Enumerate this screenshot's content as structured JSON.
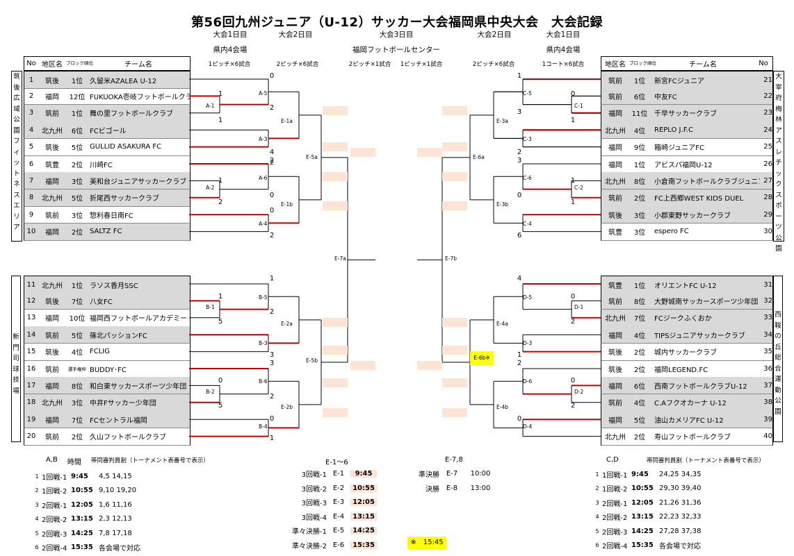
{
  "title": "第56回九州ジュニア（U-12）サッカー大会福岡県中央大会　大会記録",
  "days": {
    "left_day1": "大会1日目",
    "left_day2": "大会2日目",
    "center_day3": "大会3日目",
    "right_day2": "大会2日目",
    "right_day1": "大会1日目"
  },
  "venues": {
    "left_day1": "県内4会場",
    "center_day3": "福岡フットボールセンター",
    "right_day1": "県内4会場"
  },
  "formats": {
    "left_day1": "1ピッチ×6試合",
    "left_day2": "2ピッチ×6試合",
    "center_a": "2ピッチ×1試合",
    "center_b": "1ピッチ×1試合",
    "right_day2": "2ピッチ×6試合",
    "right_day1": "1コート×6試合"
  },
  "left_header": {
    "no": "No",
    "area": "地区名",
    "block": "ブロック順位",
    "team": "チーム名"
  },
  "right_header": {
    "area": "地区名",
    "block": "ブロック順位",
    "team": "チーム名",
    "no": "No"
  },
  "left_venues": [
    "筑後広域公園フィットネスエリア",
    "新門司球技場"
  ],
  "right_venues": [
    "大宰府梅林アスレチックスポーツ公園",
    "西鞍の丘総合運動公園"
  ],
  "left_teams": [
    {
      "no": "1",
      "area": "筑後",
      "rank": "1位",
      "team": "久留米AZALEA U-12"
    },
    {
      "no": "2",
      "area": "福岡",
      "rank": "12位",
      "team": "FUKUOKA壱岐フットボールクラブ"
    },
    {
      "no": "3",
      "area": "筑前",
      "rank": "1位",
      "team": "舞の里フットボールクラブ"
    },
    {
      "no": "4",
      "area": "北九州",
      "rank": "6位",
      "team": "FCビゴール"
    },
    {
      "no": "5",
      "area": "筑後",
      "rank": "5位",
      "team": "GULLID ASAKURA FC"
    },
    {
      "no": "6",
      "area": "筑豊",
      "rank": "2位",
      "team": "川崎FC"
    },
    {
      "no": "7",
      "area": "福岡",
      "rank": "3位",
      "team": "美和台ジュニアサッカークラブ"
    },
    {
      "no": "8",
      "area": "北九州",
      "rank": "5位",
      "team": "折尾西サッカークラブ"
    },
    {
      "no": "9",
      "area": "筑前",
      "rank": "3位",
      "team": "惣利春日南FC"
    },
    {
      "no": "10",
      "area": "福岡",
      "rank": "2位",
      "team": "SALTZ FC"
    },
    {
      "no": "11",
      "area": "北九州",
      "rank": "1位",
      "team": "ラソス香月SSC"
    },
    {
      "no": "12",
      "area": "筑後",
      "rank": "7位",
      "team": "八女FC"
    },
    {
      "no": "13",
      "area": "福岡",
      "rank": "10位",
      "team": "福岡西フットボールアカデミー"
    },
    {
      "no": "14",
      "area": "筑前",
      "rank": "5位",
      "team": "篠北パッションFC"
    },
    {
      "no": "15",
      "area": "筑後",
      "rank": "4位",
      "team": "FCLIG"
    },
    {
      "no": "16",
      "area": "筑前",
      "rank": "選手権枠",
      "team": "BUDDY･FC"
    },
    {
      "no": "17",
      "area": "福岡",
      "rank": "8位",
      "team": "和白東サッカースポーツ少年団"
    },
    {
      "no": "18",
      "area": "北九州",
      "rank": "3位",
      "team": "中井Fサッカー少年団"
    },
    {
      "no": "19",
      "area": "福岡",
      "rank": "7位",
      "team": "FCセントラル福岡"
    },
    {
      "no": "20",
      "area": "筑前",
      "rank": "2位",
      "team": "久山フットボールクラブ"
    }
  ],
  "right_teams": [
    {
      "no": "21",
      "area": "筑前",
      "rank": "1位",
      "team": "新宮FCジュニア"
    },
    {
      "no": "22",
      "area": "筑前",
      "rank": "6位",
      "team": "中友FC"
    },
    {
      "no": "23",
      "area": "福岡",
      "rank": "11位",
      "team": "千早サッカークラブ"
    },
    {
      "no": "24",
      "area": "北九州",
      "rank": "4位",
      "team": "REPLO J.F.C"
    },
    {
      "no": "25",
      "area": "福岡",
      "rank": "9位",
      "team": "箱崎ジュニアFC"
    },
    {
      "no": "26",
      "area": "福岡",
      "rank": "1位",
      "team": "アビスパ福岡U-12"
    },
    {
      "no": "27",
      "area": "北九州",
      "rank": "8位",
      "team": "小倉南フットボールクラブジュニア"
    },
    {
      "no": "28",
      "area": "筑前",
      "rank": "2位",
      "team": "FC上西郷WEST KIDS DUEL"
    },
    {
      "no": "29",
      "area": "筑後",
      "rank": "3位",
      "team": "小郡東野サッカークラブ"
    },
    {
      "no": "30",
      "area": "筑豊",
      "rank": "3位",
      "team": "espero FC"
    },
    {
      "no": "31",
      "area": "筑豊",
      "rank": "1位",
      "team": "オリエントFC U-12"
    },
    {
      "no": "32",
      "area": "筑前",
      "rank": "8位",
      "team": "大野城南サッカースポーツ少年団"
    },
    {
      "no": "33",
      "area": "北九州",
      "rank": "7位",
      "team": "FCジークふくおか"
    },
    {
      "no": "34",
      "area": "福岡",
      "rank": "4位",
      "team": "TIPSジュニアサッカークラブ"
    },
    {
      "no": "35",
      "area": "筑後",
      "rank": "2位",
      "team": "城内サッカークラブ"
    },
    {
      "no": "36",
      "area": "筑後",
      "rank": "2位",
      "team": "福岡LEGEND.FC"
    },
    {
      "no": "37",
      "area": "福岡",
      "rank": "6位",
      "team": "西南フットボールクラブU-12"
    },
    {
      "no": "38",
      "area": "筑前",
      "rank": "4位",
      "team": "C.Aフクオカーナ U-12"
    },
    {
      "no": "39",
      "area": "福岡",
      "rank": "5位",
      "team": "油山カメリアFC U-12"
    },
    {
      "no": "40",
      "area": "北九州",
      "rank": "2位",
      "team": "寿山フットボールクラブ"
    }
  ],
  "scores": {
    "l1": [
      "0",
      "1",
      "1",
      "",
      "",
      "4",
      "2",
      "0",
      "2",
      "",
      ""
    ],
    "l2": [
      "1",
      "2",
      "1",
      "5",
      "",
      "3",
      "2",
      "0",
      "5",
      "",
      ""
    ],
    "r1": [
      "1",
      "0",
      "1",
      "3",
      "",
      "2",
      "3",
      "1",
      "1",
      "6",
      ""
    ],
    "r2": [
      "4",
      "0",
      "2",
      "",
      "",
      "1",
      "2",
      "0",
      "2",
      ""
    ]
  },
  "match_labels": {
    "A": [
      "A-1",
      "A-3",
      "A-5",
      "A-6",
      "A-2",
      "A-4"
    ],
    "B": [
      "B-5",
      "B-1",
      "B-3",
      "B-6",
      "B-2",
      "B-4"
    ],
    "C": [
      "C-5",
      "C-1",
      "C-3",
      "C-6",
      "C-2",
      "C-4"
    ],
    "D": [
      "D-5",
      "D-1",
      "D-3",
      "D-6",
      "D-2",
      "D-4"
    ],
    "E": [
      "E-1a",
      "E-1b",
      "E-5a",
      "E-2a",
      "E-2b",
      "E-5b",
      "E-7a",
      "E-3a",
      "E-3b",
      "E-6a",
      "E-4a",
      "E-4b",
      "E-6b",
      "E-7b"
    ]
  },
  "schedule_left": {
    "header_ab": "A,B",
    "header_time": "時間",
    "header_ref": "帯同審判員割（トーナメント表番号で表示）",
    "rows": [
      {
        "n": "1",
        "round": "1回戦-1",
        "time": "9:45",
        "refs": "4,5  14,15"
      },
      {
        "n": "2",
        "round": "1回戦-2",
        "time": "10:55",
        "refs": "9,10  19,20"
      },
      {
        "n": "3",
        "round": "2回戦-1",
        "time": "12:05",
        "refs": "1,6  11,16"
      },
      {
        "n": "4",
        "round": "2回戦-2",
        "time": "13:15",
        "refs": "2,3  12,13"
      },
      {
        "n": "5",
        "round": "2回戦-3",
        "time": "14:25",
        "refs": "7,8  17,18"
      },
      {
        "n": "6",
        "round": "2回戦-4",
        "time": "15:35",
        "refs": "各会場で対応"
      }
    ]
  },
  "schedule_center": {
    "header": "E-1～6",
    "rows": [
      {
        "round": "3回戦-1",
        "code": "E-1",
        "time": "9:45"
      },
      {
        "round": "3回戦-2",
        "code": "E-2",
        "time": "10:55"
      },
      {
        "round": "3回戦-3",
        "code": "E-3",
        "time": "12:05"
      },
      {
        "round": "3回戦-4",
        "code": "E-4",
        "time": "13:15"
      },
      {
        "round": "準々決勝-1",
        "code": "E-5",
        "time": "14:25"
      },
      {
        "round": "準々決勝-2",
        "code": "E-6",
        "time": "15:35"
      }
    ],
    "note": "※　15:45"
  },
  "schedule_final": {
    "header": "E-7,8",
    "rows": [
      {
        "round": "準決勝",
        "code": "E-7",
        "time": "10:00"
      },
      {
        "round": "決勝",
        "code": "E-8",
        "time": "13:00"
      }
    ]
  },
  "schedule_right": {
    "header_cd": "C,D",
    "header_ref": "帯同審判員割（トーナメント表番号で表示）",
    "rows": [
      {
        "n": "1",
        "round": "1回戦-1",
        "time": "9:45",
        "refs": "24,25  34,35"
      },
      {
        "n": "2",
        "round": "1回戦-2",
        "time": "10:55",
        "refs": "29,30  39,40"
      },
      {
        "n": "3",
        "round": "2回戦-1",
        "time": "12:05",
        "refs": "21,26  31,36"
      },
      {
        "n": "4",
        "round": "2回戦-2",
        "time": "13:15",
        "refs": "22,23  32,33"
      },
      {
        "n": "5",
        "round": "2回戦-3",
        "time": "14:25",
        "refs": "27,28  37,38"
      },
      {
        "n": "6",
        "round": "2回戦-4",
        "time": "15:35",
        "refs": "各会場で対応"
      }
    ]
  },
  "highlight_note": "E-6b※",
  "colors": {
    "winner_line": "#c00000",
    "line": "#000000",
    "shade": "#d9d9d9",
    "peach": "#fde4d4",
    "highlight": "#ffff00"
  }
}
